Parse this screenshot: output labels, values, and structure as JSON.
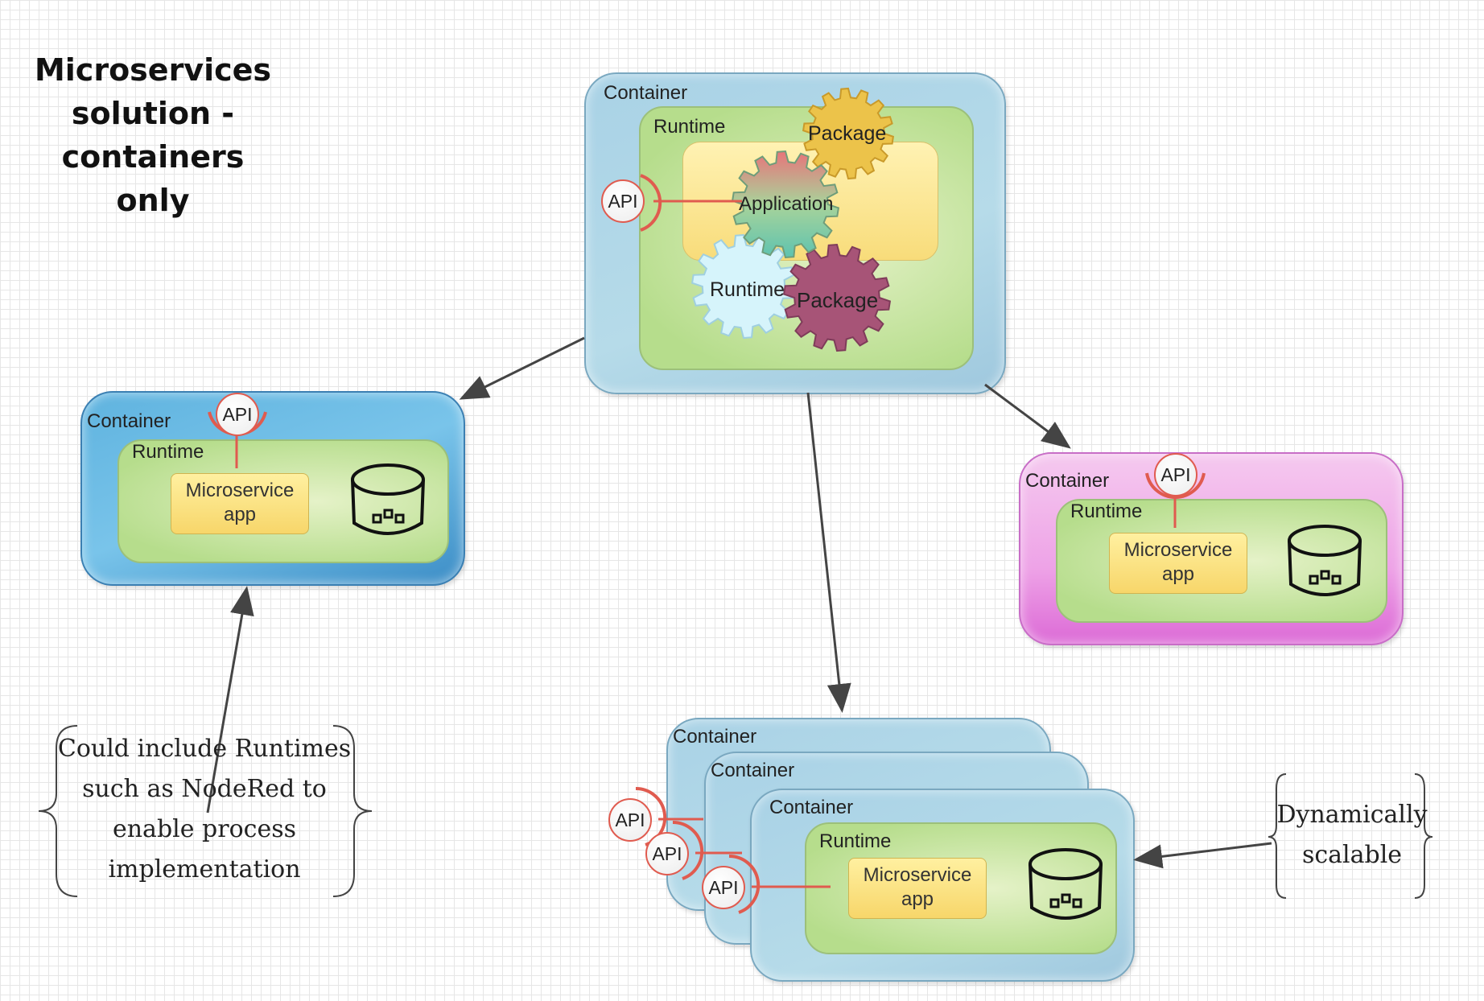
{
  "title": [
    "Microservices",
    "solution -",
    "containers only"
  ],
  "top": {
    "container": "Container",
    "runtime": "Runtime",
    "api": "API",
    "gears": {
      "package_top": "Package",
      "application": "Application",
      "runtime": "Runtime",
      "package_bottom": "Package"
    }
  },
  "left": {
    "container": "Container",
    "runtime": "Runtime",
    "api": "API",
    "app": [
      "Microservice",
      "app"
    ]
  },
  "right": {
    "container": "Container",
    "runtime": "Runtime",
    "api": "API",
    "app": [
      "Microservice",
      "app"
    ]
  },
  "stack": {
    "containers": [
      "Container",
      "Container",
      "Container"
    ],
    "runtime": "Runtime",
    "apis": [
      "API",
      "API",
      "API"
    ],
    "app": [
      "Microservice",
      "app"
    ]
  },
  "notes": {
    "left": [
      "Could include Runtimes",
      "such as NodeRed to",
      "enable process",
      "implementation"
    ],
    "right": [
      "Dynamically",
      "scalable"
    ]
  },
  "colors": {
    "api_ring": "#e05b4f",
    "arrow": "#444444",
    "gear_package_top": "#ecc34a",
    "gear_package_bottom": "#a75477",
    "gear_runtime": "#d6f4fb"
  },
  "icons": [
    "database-icon",
    "gear-icon"
  ]
}
